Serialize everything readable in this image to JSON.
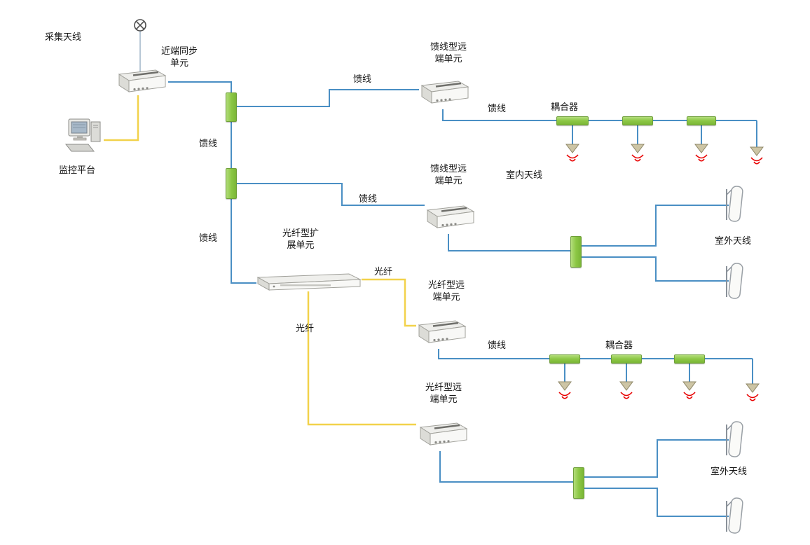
{
  "diagram": {
    "nodes": {
      "collect_antenna": "采集天线",
      "near_end_sync_unit": "近端同步\n单元",
      "monitor_platform": "监控平台",
      "feeder_remote_unit_1": "馈线型远\n端单元",
      "feeder_remote_unit_2": "馈线型远\n端单元",
      "fiber_extension_unit": "光纤型扩\n展单元",
      "fiber_remote_unit_1": "光纤型远\n端单元",
      "fiber_remote_unit_2": "光纤型远\n端单元",
      "coupler_row1": "耦合器",
      "coupler_row2": "耦合器",
      "indoor_antenna": "室内天线",
      "outdoor_antenna_top": "室外天线",
      "outdoor_antenna_bottom": "室外天线"
    },
    "links": {
      "feeder_top": "馈线",
      "feeder_row1": "馈线",
      "feeder_mid": "馈线",
      "feeder_to_ru2": "馈线",
      "feeder_bottom": "馈线",
      "feeder_row2": "馈线",
      "fiber_right": "光纤",
      "fiber_down": "光纤"
    },
    "colors": {
      "feeder_line": "#4a8fc4",
      "fiber_line": "#f2d24b",
      "splitter_fill": "#8cc745",
      "splitter_border": "#6f9f3a",
      "signal": "#e80000"
    }
  }
}
